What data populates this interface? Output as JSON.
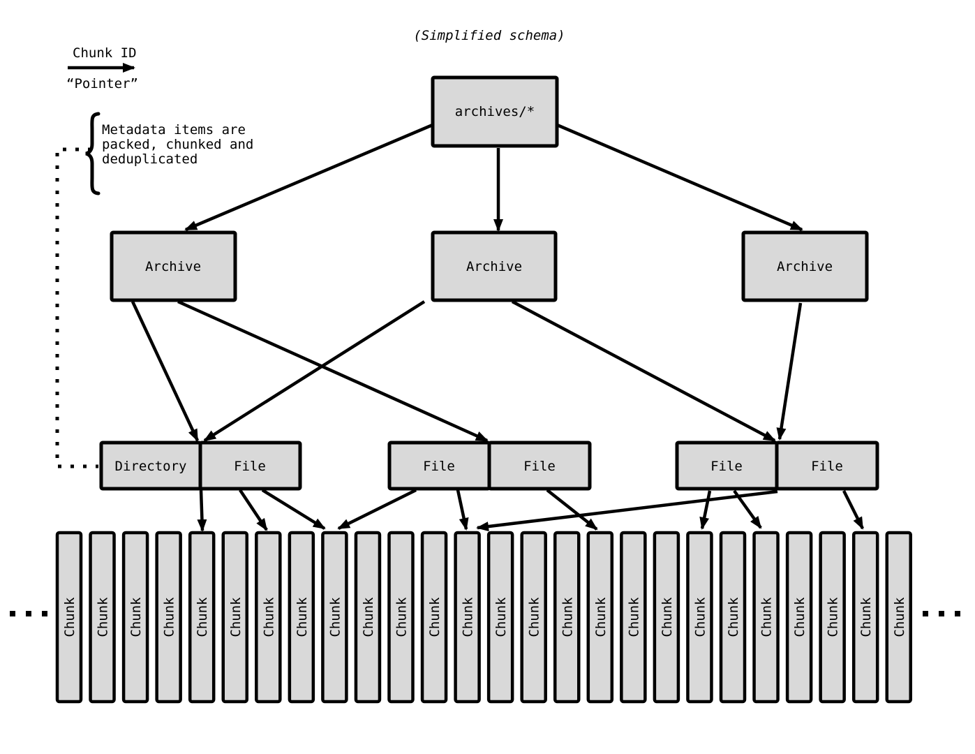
{
  "title": "(Simplified schema)",
  "legend": {
    "title": "Chunk ID",
    "subtitle": "“Pointer”"
  },
  "note": {
    "line1": "Metadata items are",
    "line2": "packed, chunked and",
    "line3": "deduplicated"
  },
  "nodes": {
    "root_label": "archives/*",
    "archive_label": "Archive",
    "directory_label": "Directory",
    "file_label": "File"
  },
  "chunk_row": {
    "count": 26,
    "label": "Chunk",
    "left_ellipsis": "...",
    "right_ellipsis": "..."
  },
  "edges": [
    {
      "from": "archives",
      "to": "archive-1"
    },
    {
      "from": "archives",
      "to": "archive-2"
    },
    {
      "from": "archives",
      "to": "archive-3"
    },
    {
      "from": "archive-1",
      "to": "pair-1"
    },
    {
      "from": "archive-2",
      "to": "pair-1"
    },
    {
      "from": "archive-1",
      "to": "pair-2"
    },
    {
      "from": "archive-2",
      "to": "pair-3"
    },
    {
      "from": "archive-3",
      "to": "pair-3"
    },
    {
      "from": "pair-1",
      "to": "chunk-5"
    },
    {
      "from": "file-1b",
      "to": "chunk-7"
    },
    {
      "from": "file-1b",
      "to": "chunk-9"
    },
    {
      "from": "file-2a",
      "to": "chunk-9"
    },
    {
      "from": "file-2a",
      "to": "chunk-13"
    },
    {
      "from": "file-2b",
      "to": "chunk-17"
    },
    {
      "from": "pair-3",
      "to": "chunk-13"
    },
    {
      "from": "file-3a",
      "to": "chunk-20"
    },
    {
      "from": "file-3a",
      "to": "chunk-22"
    },
    {
      "from": "file-3b",
      "to": "chunk-25"
    }
  ],
  "colors": {
    "box_fill": "#d9d9d9",
    "stroke": "#000000",
    "background": "#ffffff"
  }
}
